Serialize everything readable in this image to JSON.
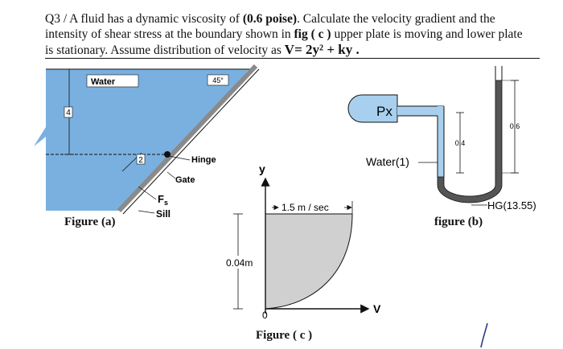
{
  "question": {
    "line1_prefix": "Q3 /  A fluid has a dynamic viscosity of ",
    "viscosity": "(0.6 poise)",
    "line1_suffix": ". Calculate the velocity gradient and the",
    "line2_prefix": "intensity of shear stress at the boundary shown in ",
    "fig_ref": "fig ( c )",
    "line2_suffix": " upper plate is moving and lower plate",
    "line3_prefix": "is stationary",
    "line3_mid": ". Assume distribution of velocity as ",
    "equation": "V= 2y² + ky ."
  },
  "figure_a": {
    "water_label": "Water",
    "angle_label": "45°",
    "dim_4": "4",
    "dim_2": "2",
    "hinge_label": "Hinge",
    "gate_label": "Gate",
    "fs_label": "F",
    "fs_sub": "s",
    "sill_label": "Sill",
    "caption": "Figure (a)"
  },
  "figure_b": {
    "px_label": "Px",
    "water1_label": "Water(1)",
    "dim_06": "0.6",
    "dim_04": "0.4",
    "hg_label": "HG(13.55)",
    "caption": "figure (b)"
  },
  "figure_c": {
    "y_label": "y",
    "velocity_label": "1.5  m / sec",
    "height_label": "0.04m",
    "origin_label": "0",
    "v_label": "V",
    "caption": "Figure ( c )"
  },
  "colors": {
    "water": "#7ab0e0",
    "mercury": "#555555",
    "profile_fill": "#d0d0d0",
    "px_fill": "#a8d0ee"
  }
}
